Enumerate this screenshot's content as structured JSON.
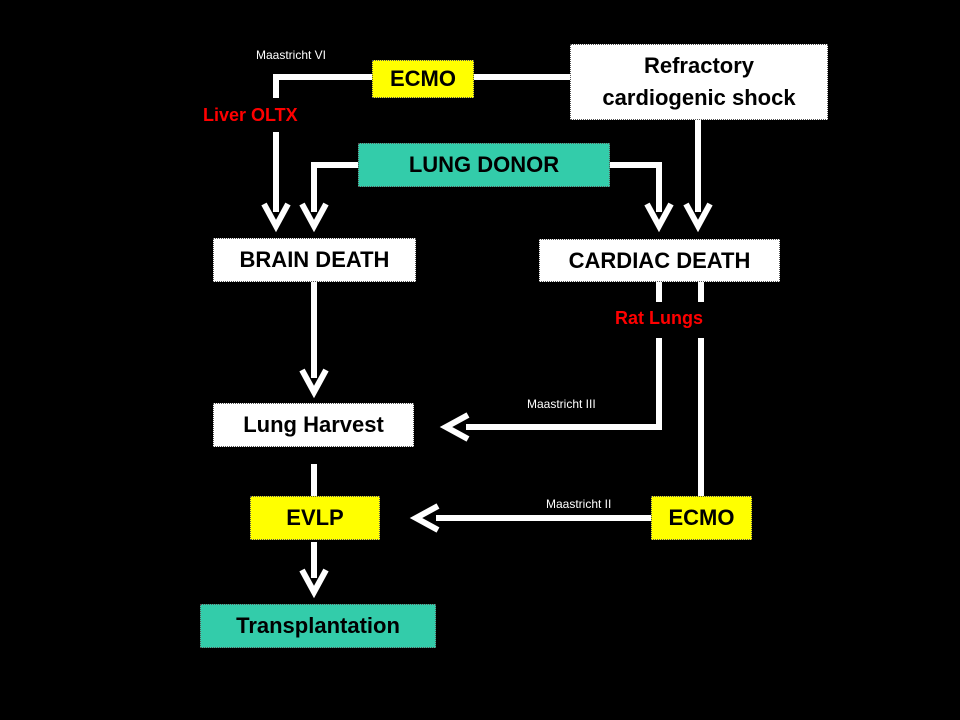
{
  "nodes": {
    "ecmo_top": "ECMO",
    "refractory": "Refractory cardiogenic shock",
    "lung_donor": "LUNG DONOR",
    "brain_death": "BRAIN DEATH",
    "cardiac_death": "CARDIAC DEATH",
    "lung_harvest": "Lung Harvest",
    "evlp": "EVLP",
    "ecmo_bottom": "ECMO",
    "transplantation": "Transplantation"
  },
  "labels": {
    "maastricht_vi": "Maastricht  VI",
    "liver_oltx": "Liver OLTX",
    "rat_lungs": "Rat Lungs",
    "maastricht_iii": "Maastricht III",
    "maastricht_ii": "Maastricht II"
  },
  "colors": {
    "background": "#000000",
    "arrow": "#ffffff",
    "yellow_box": "#ffff00",
    "aqua_box": "#33ccaa",
    "red_text": "#ff0000"
  }
}
